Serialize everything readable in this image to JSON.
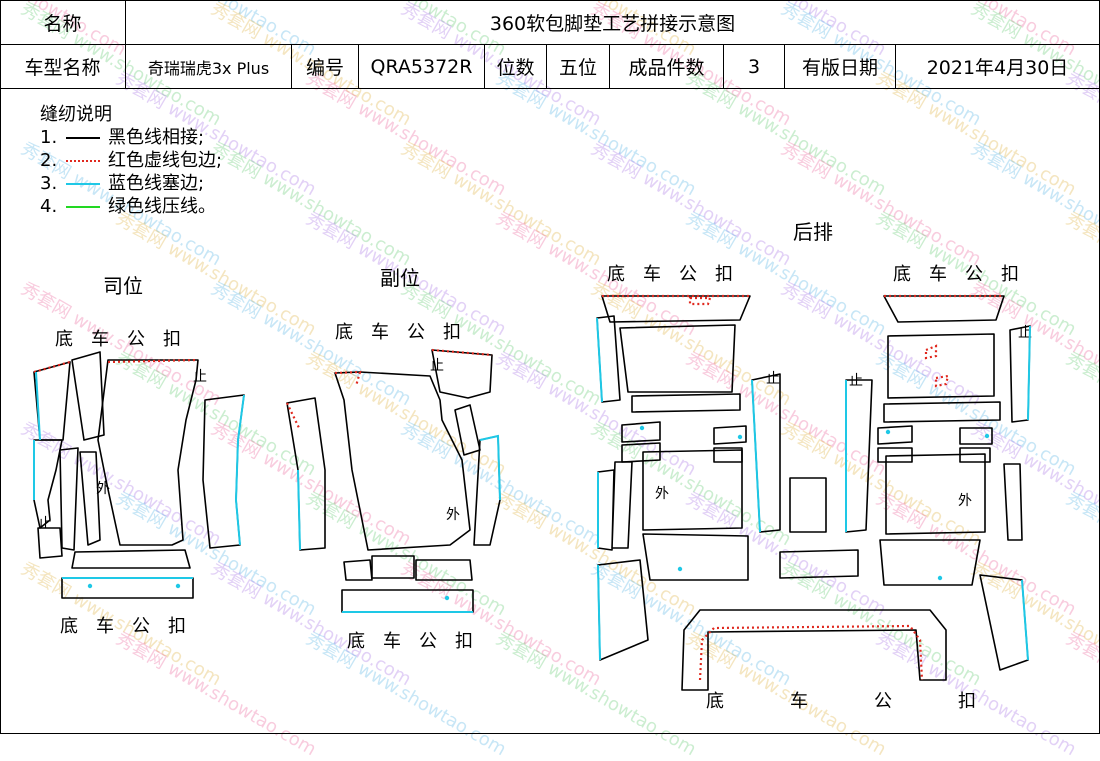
{
  "header": {
    "name_label": "名称",
    "title": "360软包脚垫工艺拼接示意图",
    "model_label": "车型名称",
    "model_value": "奇瑞瑞虎3x Plus",
    "code_label": "编号",
    "code_value": "QRA5372R",
    "seats_label": "位数",
    "seats_value": "五位",
    "count_label": "成品件数",
    "count_value": "3",
    "date_label": "有版日期",
    "date_value": "2021年4月30日"
  },
  "legend": {
    "title": "缝纫说明",
    "items": [
      {
        "num": "1.",
        "text": "黑色线相接;",
        "color": "#000000",
        "style": "solid"
      },
      {
        "num": "2.",
        "text": "红色虚线包边;",
        "color": "#e0281e",
        "style": "dotted"
      },
      {
        "num": "3.",
        "text": "蓝色线塞边;",
        "color": "#1ec8e6",
        "style": "solid"
      },
      {
        "num": "4.",
        "text": "绿色线压线。",
        "color": "#22d822",
        "style": "solid"
      }
    ]
  },
  "sections": {
    "driver": "司位",
    "passenger": "副位",
    "rear": "后排"
  },
  "labels": {
    "bottom_clip": "底　车　公　扣",
    "outer": "外",
    "stop": "止"
  },
  "watermark": {
    "text_cn": "秀套网",
    "text_url": "www.showtao.com"
  },
  "colors": {
    "black": "#000000",
    "red": "#e0281e",
    "cyan": "#1ec8e6",
    "green": "#22d822"
  }
}
